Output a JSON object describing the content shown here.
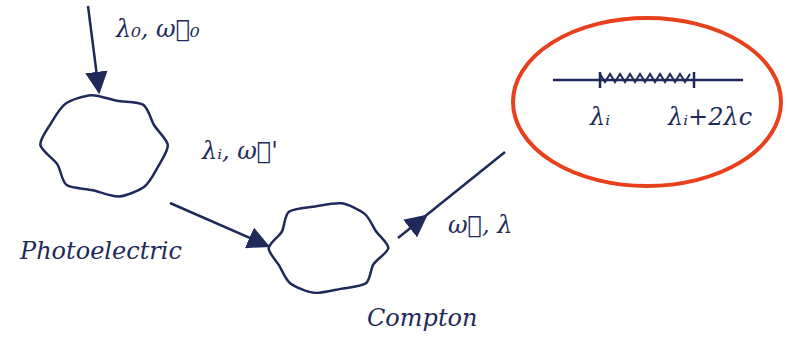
{
  "diagram": {
    "nodes": [
      {
        "text": [
          "Photoelectric"
        ]
      },
      {
        "text": [
          "Compton"
        ]
      },
      {
        "text": [
          "λᵢ",
          "λᵢ+2λc"
        ]
      }
    ],
    "edges": [
      {
        "from": 0,
        "to": 1,
        "arrow": "to",
        "label": "λᵢ, ω⃗'"
      }
    ],
    "labels": [
      "λ₀, ω⃗₀",
      "ω⃗, λ"
    ]
  }
}
